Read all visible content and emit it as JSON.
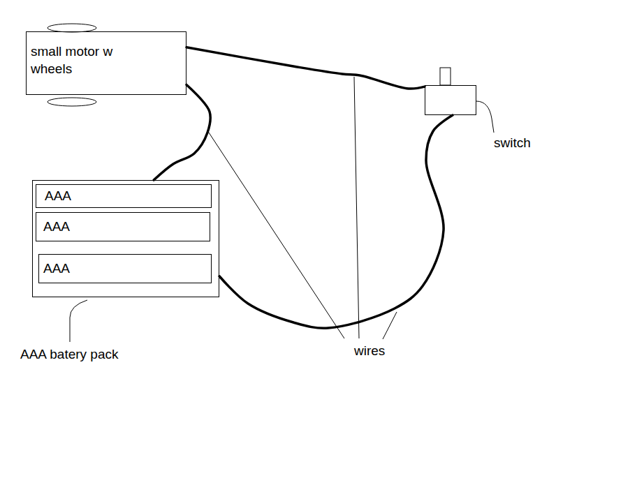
{
  "diagram": {
    "nodes": [
      {
        "text": [
          "small motor w wheels"
        ]
      },
      {
        "text": [
          "AAA batery pack"
        ]
      },
      {
        "text": [
          "AAA"
        ],
        "in": 1
      },
      {
        "text": [
          "AAA"
        ],
        "in": 1
      },
      {
        "text": [
          "AAA"
        ],
        "in": 1
      },
      {
        "text": [
          "switch"
        ]
      }
    ],
    "edges": [
      {
        "from": 0,
        "to": 5,
        "arrow": "none"
      },
      {
        "from": 5,
        "to": 1,
        "arrow": "none"
      },
      {
        "from": 0,
        "to": 1,
        "arrow": "none"
      }
    ],
    "labels": [
      "wires"
    ]
  }
}
